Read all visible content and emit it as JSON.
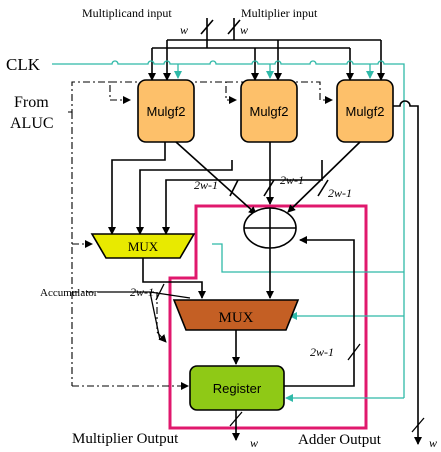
{
  "inputs": {
    "multiplicand": "Multiplicand input",
    "multiplier": "Multiplier input",
    "w_multiplicand": "w",
    "w_multiplier": "w"
  },
  "clk_label": "CLK",
  "from_label_1": "From",
  "from_label_2": "ALUC",
  "accumulator_label": "Accumulator",
  "blocks": {
    "mul1": "Mulgf2",
    "mul2": "Mulgf2",
    "mul3": "Mulgf2",
    "mux_top": "MUX",
    "mux_main": "MUX",
    "register": "Register"
  },
  "bus_widths": {
    "w1": "2w-1",
    "w2": "2w-1",
    "w3": "2w-1",
    "w_acc": "2w-1",
    "w_feedback": "2w-1"
  },
  "outputs": {
    "multiplier_output": "Multiplier Output",
    "w_mult_out": "w",
    "adder_output": "Adder Output",
    "w_adder_out": "w"
  },
  "colors": {
    "mul_fill": "#fdc06a",
    "mux_top_fill": "#e8ea00",
    "mux_main_fill": "#c45f24",
    "register_fill": "#8fc916",
    "highlight_box": "#e0186d",
    "clk_line": "#2fb9a8"
  }
}
